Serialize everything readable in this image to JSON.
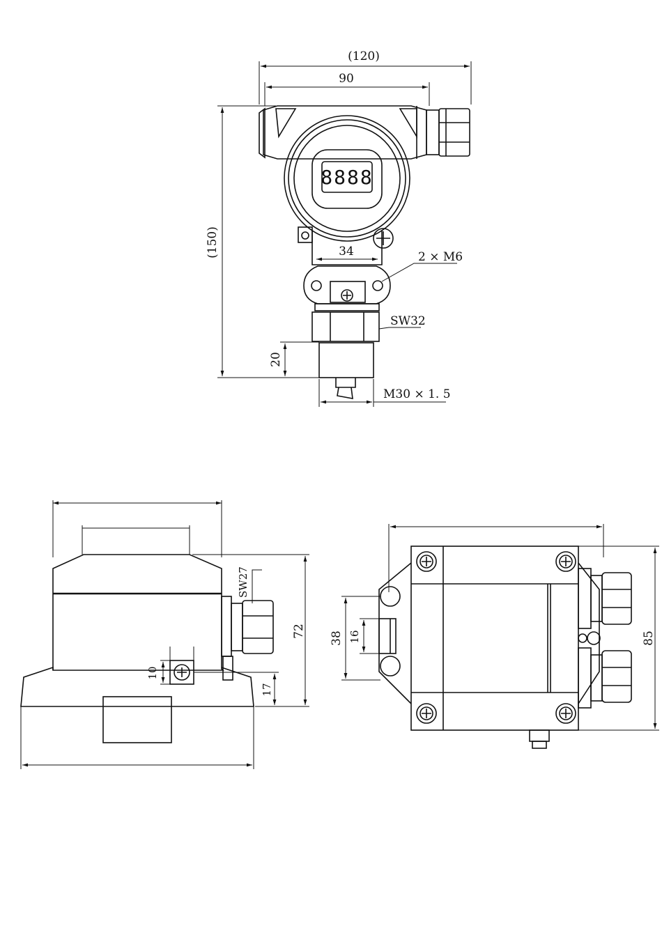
{
  "drawing": {
    "front_view": {
      "dim_overall_width": "(120)",
      "dim_housing_width": "90",
      "dim_overall_height": "(150)",
      "dim_bracket": "34",
      "dim_bolts": "2 × M6",
      "dim_hex": "SW32",
      "dim_thread_len": "20",
      "dim_thread": "M30 × 1. 5"
    },
    "side_view": {
      "dim_gland": "SW27",
      "dim_height": "72",
      "dim_screw": "10",
      "dim_offset": "17"
    },
    "top_view": {
      "dim_slot_outer": "38",
      "dim_slot_inner": "16",
      "dim_depth": "85"
    },
    "display_digits": "8888"
  }
}
